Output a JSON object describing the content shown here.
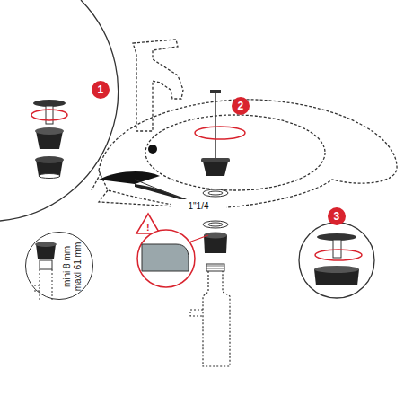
{
  "diagram": {
    "nodes": [
      {
        "text": [
          "mini 8 mm",
          "maxi 61 mm"
        ]
      }
    ],
    "labels": [
      "1",
      "2",
      "3",
      "1\"1/4",
      "!",
      "mini 8 mm",
      "maxi 61 mm"
    ]
  }
}
